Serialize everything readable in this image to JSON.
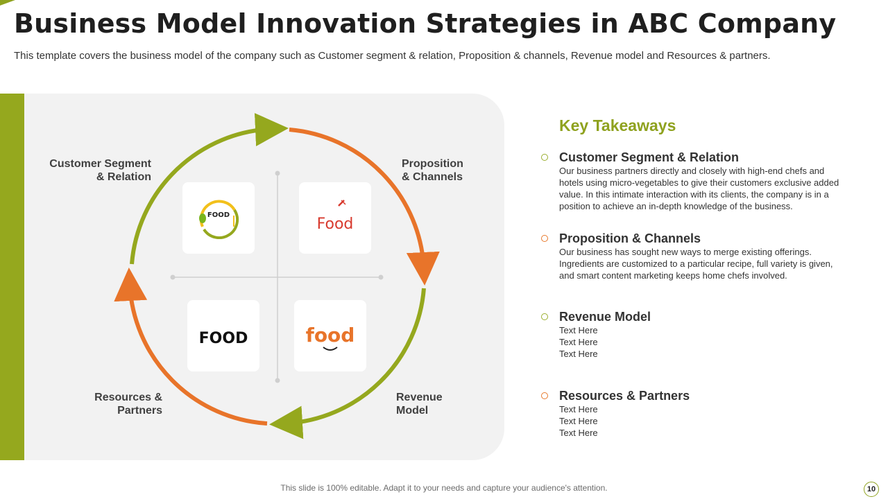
{
  "header": {
    "title": "Business Model Innovation Strategies in ABC Company",
    "subtitle": "This template covers the business model of the company such as Customer segment & relation, Proposition & channels, Revenue model and Resources & partners."
  },
  "diagram": {
    "labels": {
      "top_left": [
        "Customer Segment",
        "& Relation"
      ],
      "top_right": [
        "Proposition",
        "& Channels"
      ],
      "bottom_left": [
        "Resources &",
        "Partners"
      ],
      "bottom_right": [
        "Revenue",
        "Model"
      ]
    },
    "logos": {
      "top_left": "FOOD",
      "top_right": "Food",
      "bottom_left": "FOOD",
      "bottom_right": "food"
    },
    "colors": {
      "green": "#95a81e",
      "orange": "#e8742a"
    }
  },
  "takeaways": {
    "title": "Key Takeaways",
    "items": [
      {
        "heading": "Customer Segment & Relation",
        "lines": [
          "Our business partners directly and closely with high-end chefs and",
          "hotels using micro-vegetables to give their customers exclusive added",
          "value. In this intimate interaction with its clients, the company is in a",
          "position to achieve an in-depth knowledge of the business."
        ]
      },
      {
        "heading": "Proposition & Channels",
        "lines": [
          "Our business has sought new ways to merge existing offerings.",
          "Ingredients are customized to a particular recipe, full variety is given,",
          "and smart content marketing keeps home chefs involved."
        ]
      },
      {
        "heading": "Revenue Model",
        "lines": [
          "Text Here",
          "Text Here",
          "Text Here"
        ]
      },
      {
        "heading": "Resources & Partners",
        "lines": [
          "Text Here",
          "Text Here",
          "Text Here"
        ]
      }
    ]
  },
  "footer": {
    "note": "This slide is 100% editable. Adapt it to your needs and capture your audience's attention.",
    "page_number": "10"
  }
}
